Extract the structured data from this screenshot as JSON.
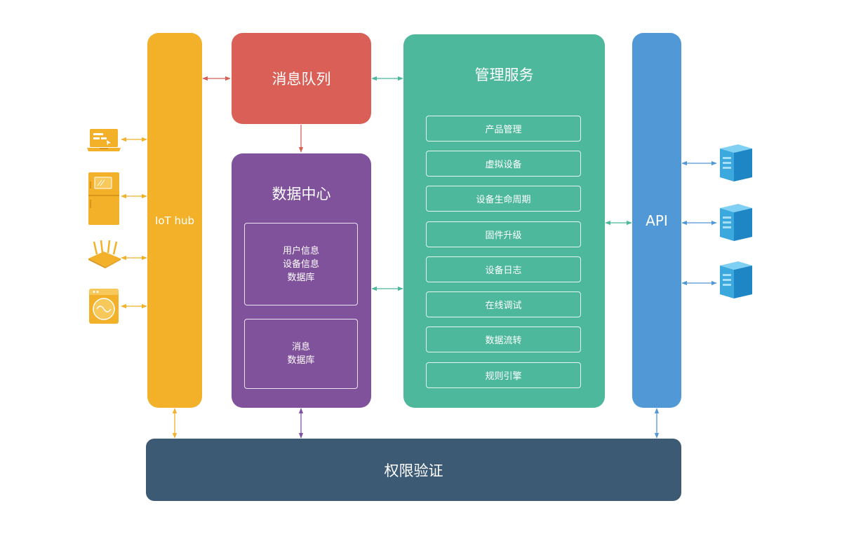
{
  "iot_hub": {
    "label": "IoT hub",
    "color": "#F2B128"
  },
  "message_queue": {
    "label": "消息队列",
    "color": "#D95F57"
  },
  "data_center": {
    "title": "数据中心",
    "color": "#81529C",
    "boxes": [
      {
        "lines": [
          "用户信息",
          "设备信息",
          "数据库"
        ]
      },
      {
        "lines": [
          "消息",
          "数据库"
        ]
      }
    ]
  },
  "management": {
    "title": "管理服务",
    "color": "#4DB89C",
    "items": [
      "产品管理",
      "虚拟设备",
      "设备生命周期",
      "固件升级",
      "设备日志",
      "在线调试",
      "数据流转",
      "规则引擎"
    ]
  },
  "api": {
    "label": "API",
    "color": "#5198D6"
  },
  "auth": {
    "label": "权限验证",
    "color": "#3C5A73"
  },
  "devices": [
    "laptop-icon",
    "refrigerator-icon",
    "router-icon",
    "washing-machine-icon"
  ],
  "servers": [
    "server-icon",
    "server-icon",
    "server-icon"
  ]
}
